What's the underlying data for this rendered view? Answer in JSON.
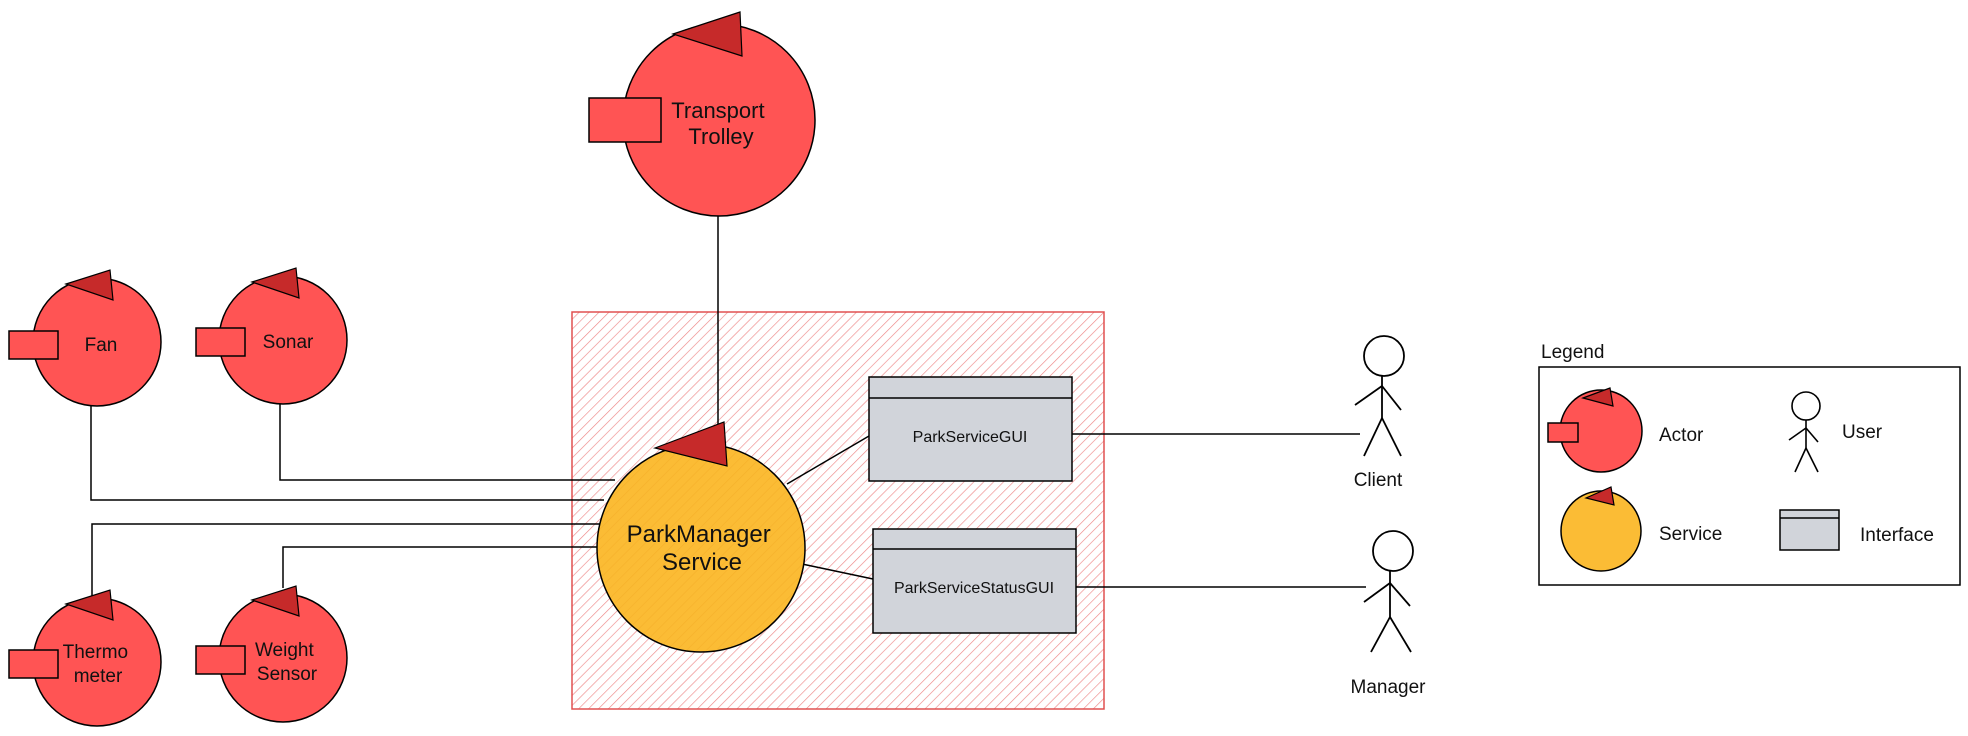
{
  "colors": {
    "actor_fill": "#ff5454",
    "actor_flag": "#c62a2a",
    "service_fill": "#fbbc35",
    "interface_fill": "#d1d4da",
    "boundary_stroke": "#e05050",
    "line": "#000000"
  },
  "actors": {
    "transport_trolley": [
      "Transport",
      "Trolley"
    ],
    "fan": [
      "Fan"
    ],
    "sonar": [
      "Sonar"
    ],
    "thermometer": [
      "Thermo",
      "meter"
    ],
    "weight_sensor": [
      "Weight",
      "Sensor"
    ]
  },
  "service": {
    "label": [
      "ParkManager",
      "Service"
    ]
  },
  "interfaces": {
    "park_service_gui": "ParkServiceGUI",
    "park_service_status_gui": "ParkServiceStatusGUI"
  },
  "users": {
    "client": "Client",
    "manager": "Manager"
  },
  "legend": {
    "title": "Legend",
    "actor": "Actor",
    "user": "User",
    "service": "Service",
    "interface": "Interface"
  }
}
